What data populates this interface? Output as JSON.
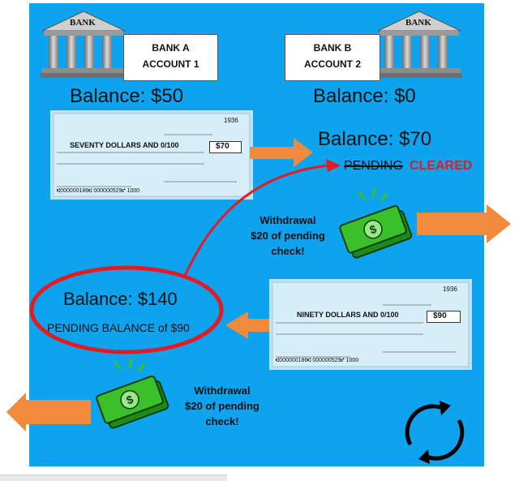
{
  "bank_a": {
    "icon_label": "BANK",
    "name": "BANK A",
    "account": "ACCOUNT 1",
    "balance": "Balance: $50"
  },
  "bank_b": {
    "icon_label": "BANK",
    "name": "BANK B",
    "account": "ACCOUNT 2",
    "balance": "Balance: $0"
  },
  "check_1": {
    "number": "1936",
    "amount_words": "SEVENTY DOLLARS AND 0/100",
    "amount": "$70",
    "micr": "⑆000000186⑆  000000529⑈  1000"
  },
  "check_2": {
    "number": "1936",
    "amount_words": "NINETY DOLLARS AND 0/100",
    "amount": "$90",
    "micr": "⑆000000186⑆  000000529⑈  1000"
  },
  "account_2_status": {
    "balance": "Balance: $70",
    "pending": "PENDING",
    "cleared": "CLEARED"
  },
  "withdrawal_1": {
    "line1": "Withdrawal",
    "line2": "$20 of pending",
    "line3": "check!"
  },
  "withdrawal_2": {
    "line1": "Withdrawal",
    "line2": "$20 of pending",
    "line3": "check!"
  },
  "account_1_status": {
    "balance": "Balance: $140",
    "pending": "PENDING BALANCE of $90"
  },
  "colors": {
    "background": "#0ea3ee",
    "arrow": "#f08a3c",
    "red": "#e41b23",
    "money": "#3bbf2a"
  }
}
